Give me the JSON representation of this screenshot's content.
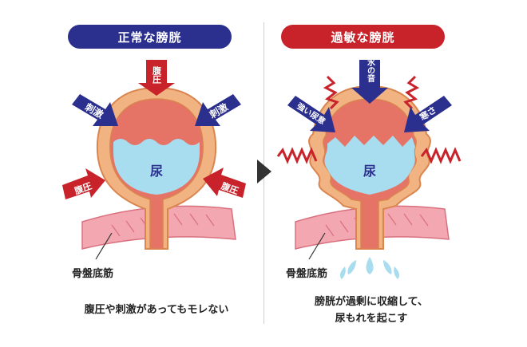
{
  "left_panel": {
    "title": "正常な膀胱",
    "urine": "尿",
    "pressure_top": "腹圧",
    "stim_left": "刺激",
    "stim_right": "刺激",
    "pressure_left": "腹圧",
    "pressure_right": "腹圧",
    "muscle": "骨盤底筋",
    "caption": "腹圧や刺激があってもモレない"
  },
  "right_panel": {
    "title": "過敏な膀胱",
    "urine": "尿",
    "water_sound": "水の音",
    "strong_urge": "強い尿意",
    "cold": "寒さ",
    "muscle": "骨盤底筋",
    "caption_line1": "膀胱が過剰に収縮して、",
    "caption_line2": "尿もれを起こす"
  },
  "colors": {
    "navy": "#2b2f8e",
    "red": "#c8222a",
    "bladder_wall": "#f2b383",
    "bladder_inner": "#e57366",
    "urine": "#a8dcef",
    "muscle": "#f3a7b0",
    "wall_outline": "#d9854d"
  }
}
